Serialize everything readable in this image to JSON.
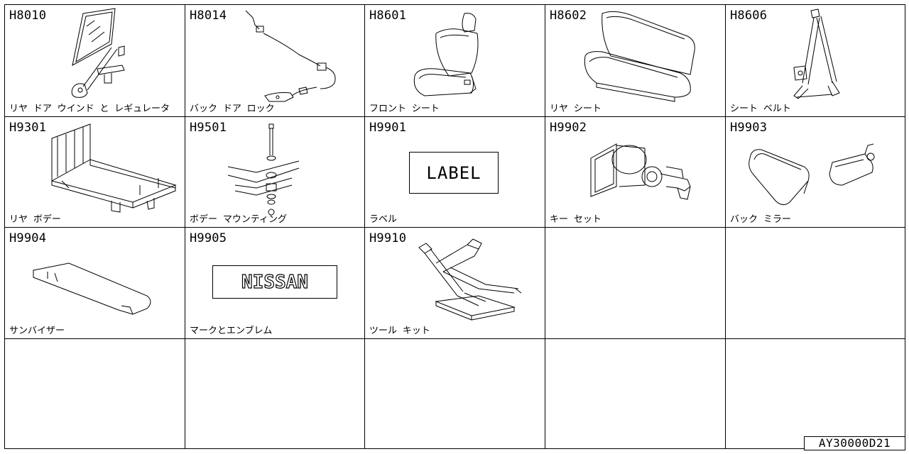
{
  "cells": [
    {
      "code": "H8010",
      "name": "リヤ ドア ウインド と レギュレータ",
      "icon": "rear-door-window-regulator-icon"
    },
    {
      "code": "H8014",
      "name": "バック ドア ロック",
      "icon": "back-door-lock-icon"
    },
    {
      "code": "H8601",
      "name": "フロント シート",
      "icon": "front-seat-icon"
    },
    {
      "code": "H8602",
      "name": "リヤ シート",
      "icon": "rear-seat-icon"
    },
    {
      "code": "H8606",
      "name": "シート ベルト",
      "icon": "seat-belt-icon"
    },
    {
      "code": "H9301",
      "name": "リヤ ボデー",
      "icon": "rear-body-icon"
    },
    {
      "code": "H9501",
      "name": "ボデー マウンティング",
      "icon": "body-mounting-icon"
    },
    {
      "code": "H9901",
      "name": "ラベル",
      "icon": "label-icon",
      "art_text": "LABEL"
    },
    {
      "code": "H9902",
      "name": "キー セット",
      "icon": "key-set-icon"
    },
    {
      "code": "H9903",
      "name": "バック ミラー",
      "icon": "back-mirror-icon"
    },
    {
      "code": "H9904",
      "name": "サンバイザー",
      "icon": "sun-visor-icon"
    },
    {
      "code": "H9905",
      "name": "マークとエンブレム",
      "icon": "mark-emblem-icon",
      "art_text": "NISSAN"
    },
    {
      "code": "H9910",
      "name": "ツール キット",
      "icon": "tool-kit-icon"
    }
  ],
  "diagram_id": "AY30000D21"
}
